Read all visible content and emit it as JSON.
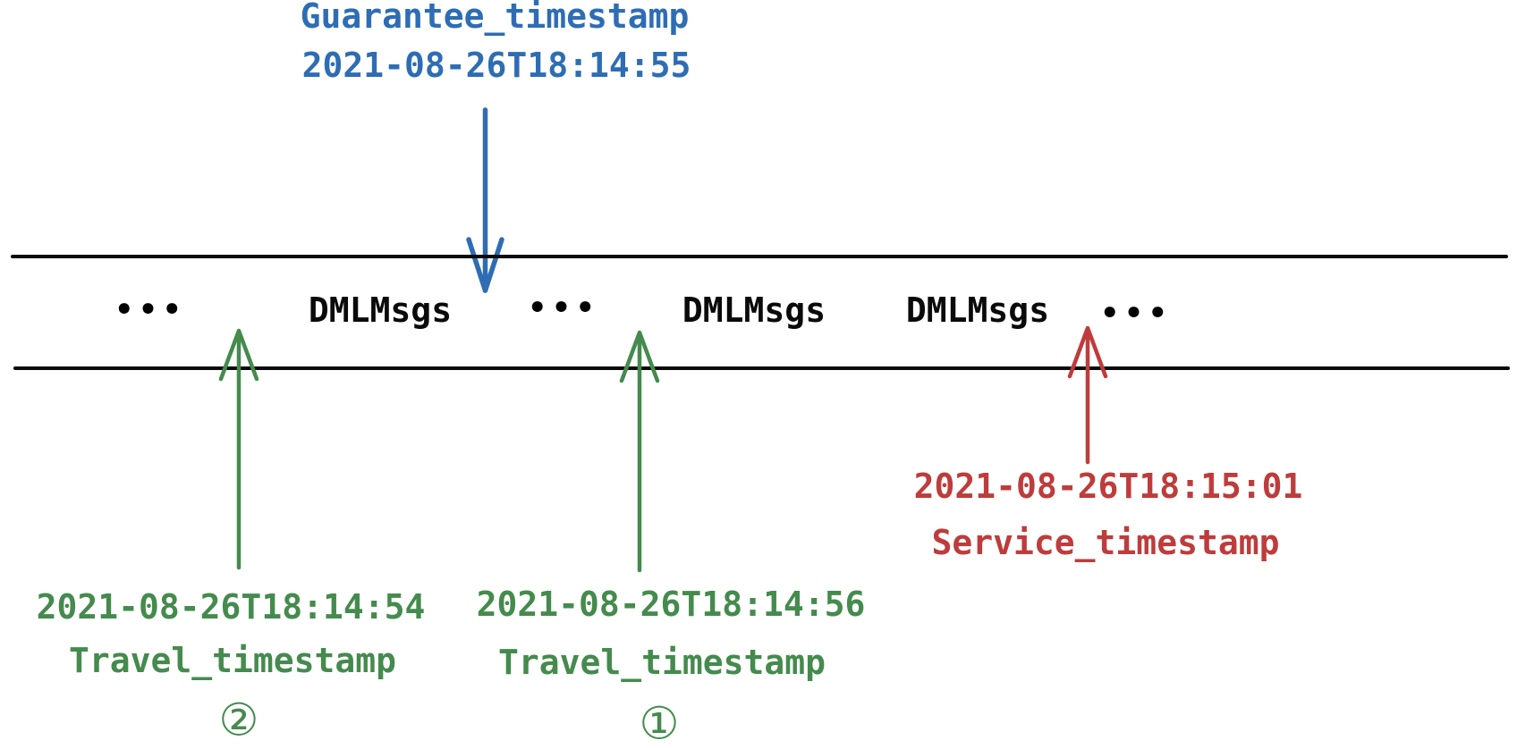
{
  "colors": {
    "guarantee_blue": "#2e6db4",
    "travel_green": "#448b4d",
    "service_red": "#be3c3c",
    "line_black": "#0a0a0a"
  },
  "band": {
    "items": [
      "•••",
      "DMLMsgs",
      "•••",
      "DMLMsgs",
      "DMLMsgs",
      "•••"
    ]
  },
  "annotations": {
    "guarantee": {
      "title": "Guarantee_timestamp",
      "timestamp": "2021-08-26T18:14:55"
    },
    "travel_left": {
      "timestamp": "2021-08-26T18:14:54",
      "title": "Travel_timestamp",
      "marker": "②"
    },
    "travel_mid": {
      "timestamp": "2021-08-26T18:14:56",
      "title": "Travel_timestamp",
      "marker": "①"
    },
    "service": {
      "timestamp": "2021-08-26T18:15:01",
      "title": "Service_timestamp"
    }
  }
}
